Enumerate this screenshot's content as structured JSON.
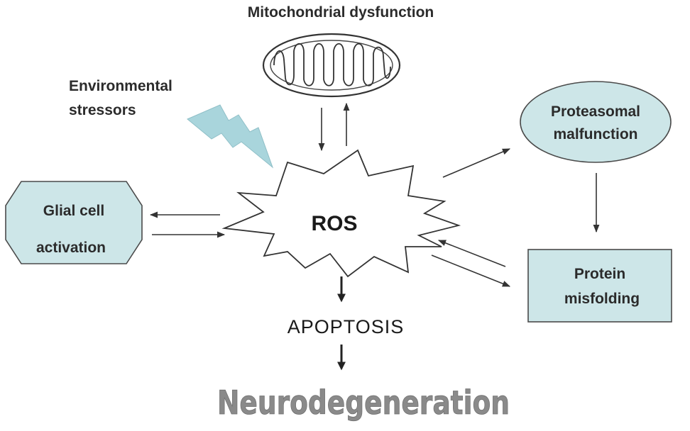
{
  "diagram": {
    "mitochondrial": "Mitochondrial  dysfunction",
    "environmental_line1": "Environmental",
    "environmental_line2": "stressors",
    "proteasomal_line1": "Proteasomal",
    "proteasomal_line2": "malfunction",
    "glial_line1": "Glial cell",
    "glial_line2": "activation",
    "ros": "ROS",
    "protein_line1": "Protein",
    "protein_line2": "misfolding",
    "apoptosis": "APOPTOSIS",
    "neurodegeneration": "Neurodegeneration"
  },
  "colors": {
    "node_fill": "#cde6e8",
    "node_stroke": "#4a4a4a",
    "lightning_fill": "#a9d5dc",
    "outcome_text": "#8a8a8a"
  },
  "icons": {
    "mitochondrion": "mitochondrion-icon",
    "lightning": "lightning-bolt-icon",
    "burst": "explosion-burst-icon"
  }
}
